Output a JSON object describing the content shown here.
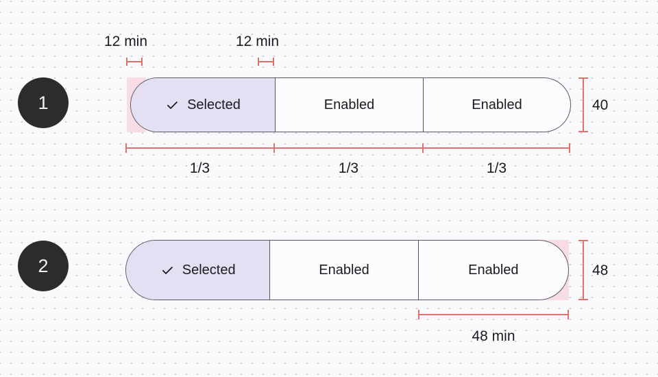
{
  "page": {
    "title": "Segmented button density specs",
    "background_color": "#FAF9FB",
    "grid_dot_color": "#C9C6D0",
    "accent_red": "#E0706B",
    "selected_fill": "#E4DFF2",
    "highlight_pink": "#F8DDE4",
    "outline_color": "#5A5560",
    "badge_color": "#2C2C2C"
  },
  "rows": [
    {
      "badge": "1",
      "height_label": "40",
      "segments": [
        {
          "label": "Selected",
          "state": "selected",
          "icon": "check-icon"
        },
        {
          "label": "Enabled",
          "state": "enabled",
          "icon": null
        },
        {
          "label": "Enabled",
          "state": "enabled",
          "icon": null
        }
      ],
      "callouts": {
        "padding_left": "12 min",
        "padding_inner": "12 min"
      },
      "ruler_labels": [
        "1/3",
        "1/3",
        "1/3"
      ]
    },
    {
      "badge": "2",
      "height_label": "48",
      "segments": [
        {
          "label": "Selected",
          "state": "selected",
          "icon": "check-icon"
        },
        {
          "label": "Enabled",
          "state": "enabled",
          "icon": null
        },
        {
          "label": "Enabled",
          "state": "enabled-highlighted",
          "icon": null
        }
      ],
      "callouts": {
        "segment_width": "48 min"
      }
    }
  ]
}
